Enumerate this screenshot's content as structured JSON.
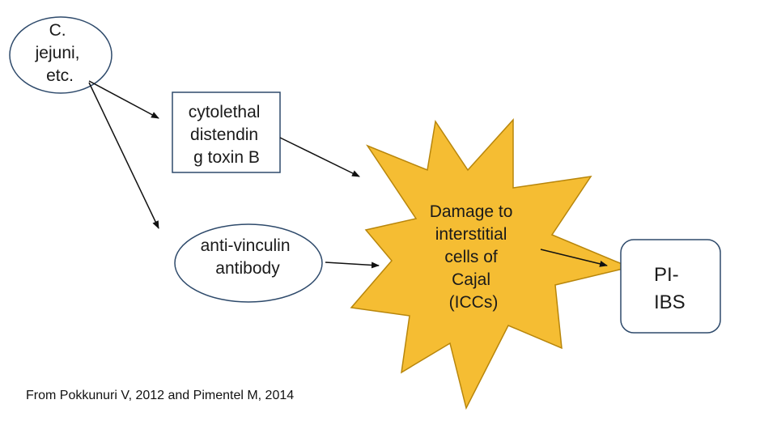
{
  "nodes": {
    "source": {
      "lines": [
        "C.",
        "jejuni,",
        "etc."
      ]
    },
    "toxin": {
      "lines": [
        "cytolethal",
        "distendin",
        "g toxin B"
      ]
    },
    "antibody": {
      "lines": [
        "anti-vinculin",
        "antibody"
      ]
    },
    "damage": {
      "lines": [
        "Damage to",
        "interstitial",
        "cells of",
        "Cajal",
        "(ICCs)"
      ]
    },
    "outcome": {
      "lines": [
        "PI-",
        "IBS"
      ]
    }
  },
  "citation": "From Pokkunuri V, 2012 and Pimentel M, 2014",
  "colors": {
    "node_border": "#2e4a6b",
    "starburst_fill": "#f5bd33",
    "starburst_stroke": "#b8860b",
    "arrow": "#111111"
  }
}
